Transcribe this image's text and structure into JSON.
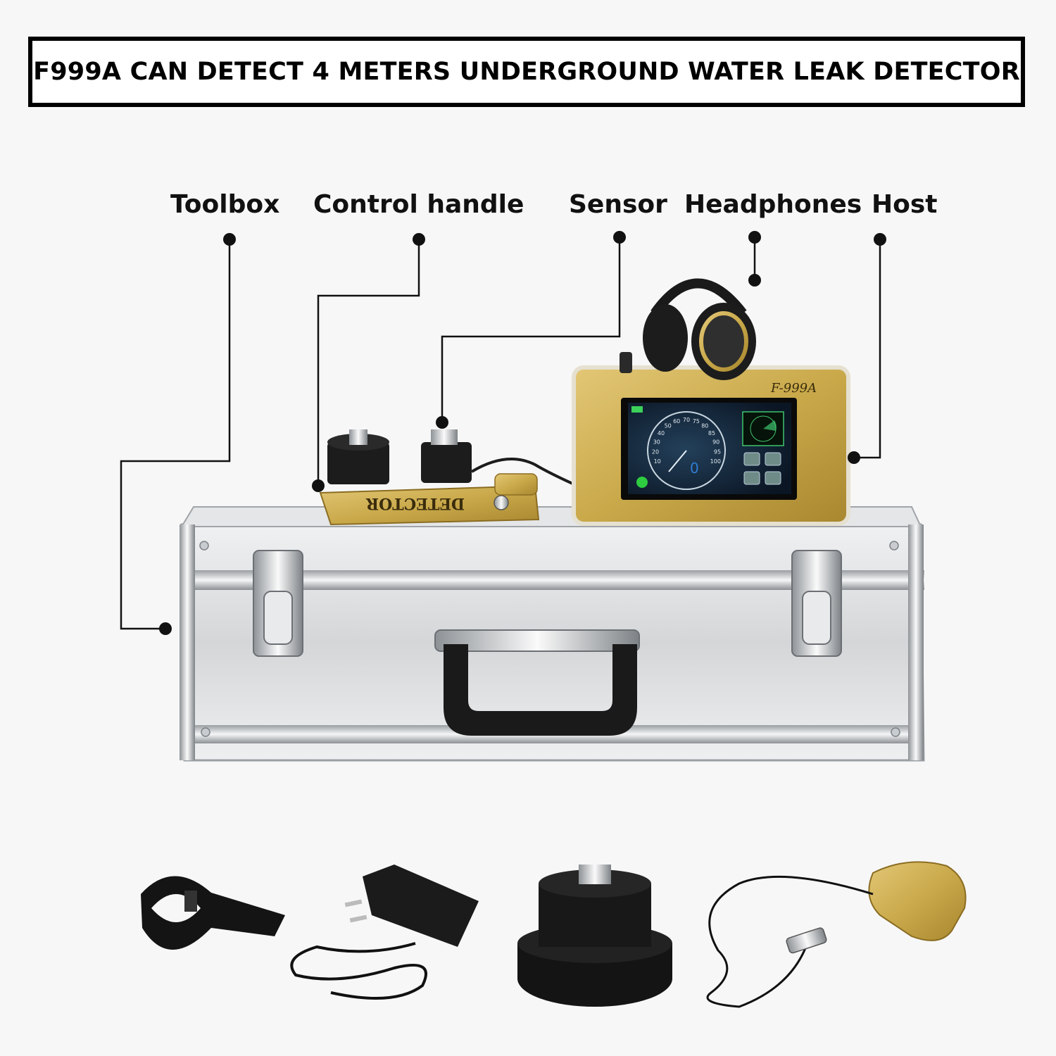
{
  "title": "F999A CAN DETECT 4 METERS UNDERGROUND WATER LEAK DETECTOR",
  "labels": {
    "toolbox": "Toolbox",
    "control_handle": "Control handle",
    "sensor": "Sensor",
    "headphones": "Headphones",
    "host": "Host"
  },
  "device": {
    "model": "F-999A",
    "handle_text": "DETECTOR",
    "gauge_reading": "0",
    "gauge_ticks": [
      "10",
      "20",
      "30",
      "40",
      "50",
      "60",
      "70",
      "75",
      "80",
      "85",
      "90",
      "95",
      "100"
    ]
  },
  "colors": {
    "gold": "#c9a94a",
    "case_silver": "#d8dadc",
    "leader_line": "#111111",
    "screen_bg": "#0d1a2a"
  }
}
